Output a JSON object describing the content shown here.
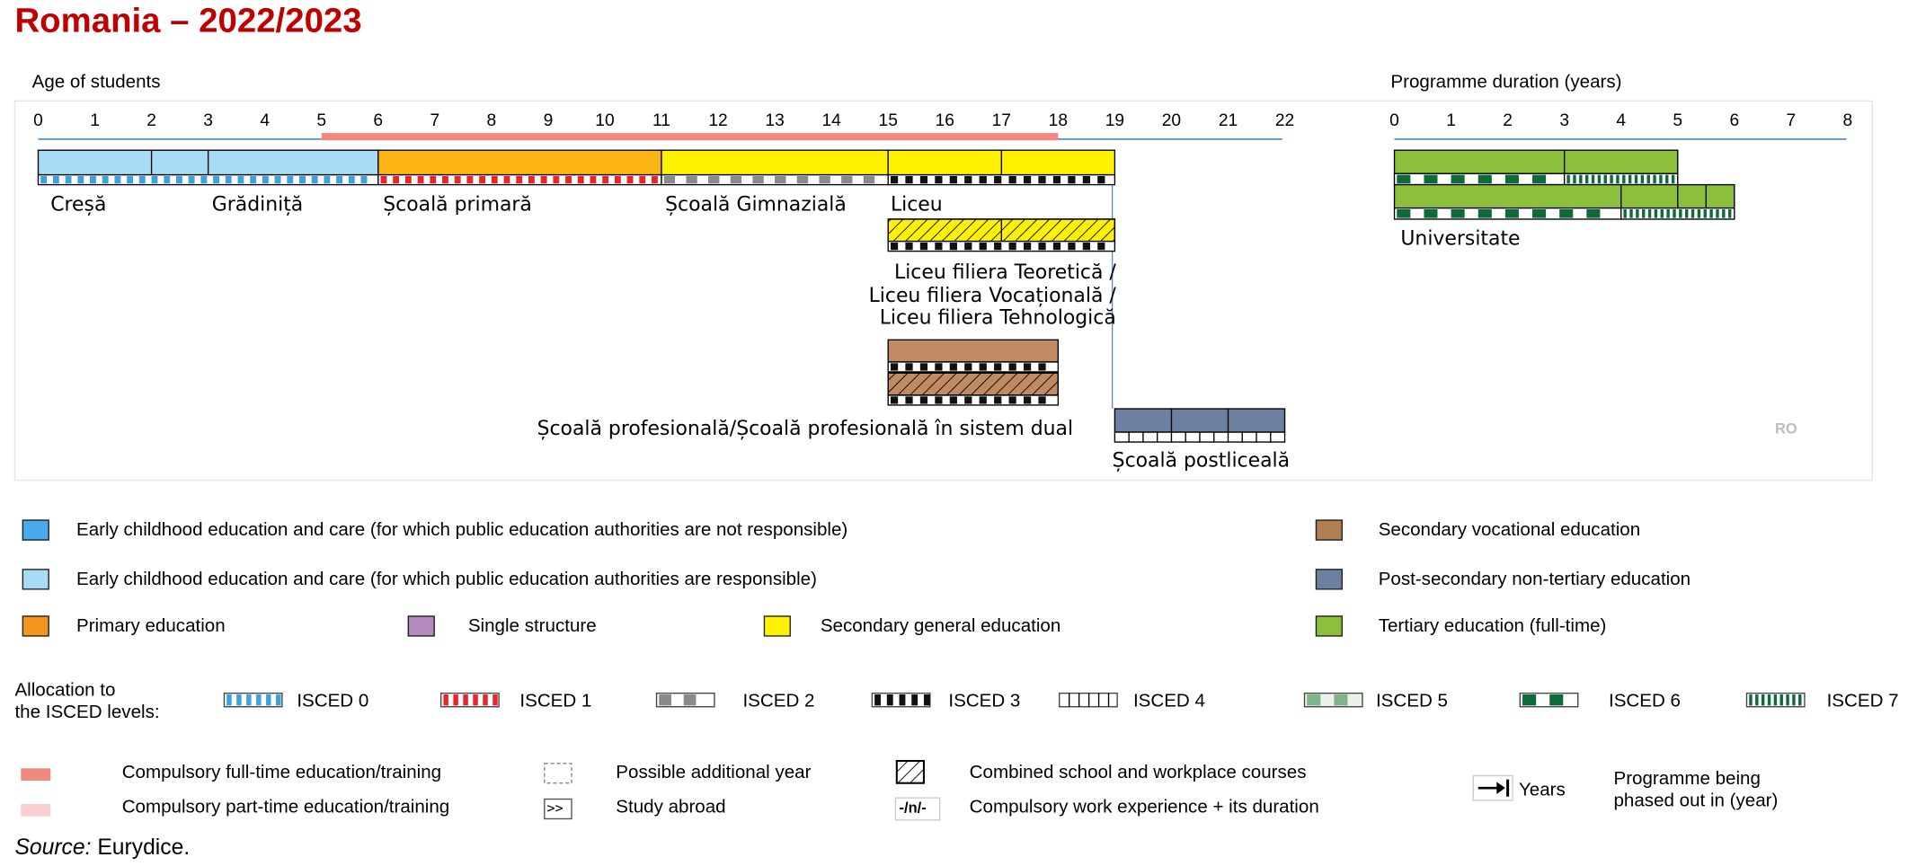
{
  "title": "Romania – 2022/2023",
  "age_axis": {
    "label": "Age of students",
    "ticks": [
      "0",
      "1",
      "2",
      "3",
      "4",
      "5",
      "6",
      "7",
      "8",
      "9",
      "10",
      "11",
      "12",
      "13",
      "14",
      "15",
      "16",
      "17",
      "18",
      "19",
      "20",
      "21",
      "22"
    ]
  },
  "duration_axis": {
    "label": "Programme duration (years)",
    "ticks": [
      "0",
      "1",
      "2",
      "3",
      "4",
      "5",
      "6",
      "7",
      "8"
    ]
  },
  "compulsory_fulltime": {
    "from_age": 5,
    "to_age": 18
  },
  "programmes": {
    "cresa": "Creșă",
    "gradinita": "Grădiniță",
    "primara": "Școală primară",
    "gimnaziala": "Școală Gimnazială",
    "liceu": "Liceu",
    "liceu_filiere": [
      "Liceu filiera Teoretică /",
      "Liceu filiera Vocațională /",
      "Liceu filiera Tehnologică"
    ],
    "profesionala": "Școală profesională/Școală profesională în sistem dual",
    "postliceala": "Școală postliceală",
    "universitate": "Universitate"
  },
  "country_code": "RO",
  "colors": {
    "title": "#c00000",
    "ecec_not_responsible": "#4aa9ea",
    "ecec_responsible": "#a6dcf5",
    "primary": "#f4951e",
    "primary_bar": "#fdb515",
    "single_structure": "#b48bbf",
    "secondary_general": "#fff200",
    "secondary_vocational": "#b07e50",
    "vocational_bar": "#c08a63",
    "post_secondary": "#6e80a1",
    "tertiary": "#8cc03c",
    "compulsory_fulltime": "#ef8a80",
    "compulsory_parttime": "#f8cece",
    "isced0": "#3aa3dc",
    "isced1": "#e8252b",
    "isced2": "#8a8a8a",
    "isced3": "#111111",
    "isced5": "#7fb38a",
    "isced6": "#0d6b3a",
    "isced7": "#0d6b3a"
  },
  "legend": {
    "ecec_not_responsible": "Early childhood education and care (for which public education authorities are not responsible)",
    "ecec_responsible": "Early childhood education and care (for which public education authorities are responsible)",
    "primary": "Primary education",
    "single_structure": "Single structure",
    "secondary_general": "Secondary general education",
    "secondary_vocational": "Secondary vocational education",
    "post_secondary": "Post-secondary non-tertiary education",
    "tertiary": "Tertiary education (full-time)"
  },
  "isced": {
    "title_line1": "Allocation to",
    "title_line2": "the ISCED levels:",
    "levels": [
      "ISCED 0",
      "ISCED 1",
      "ISCED 2",
      "ISCED 3",
      "ISCED 4",
      "ISCED 5",
      "ISCED 6",
      "ISCED 7"
    ]
  },
  "other_legend": {
    "compulsory_full": "Compulsory full-time education/training",
    "compulsory_part": "Compulsory part-time education/training",
    "additional_year": "Possible additional year",
    "study_abroad": "Study abroad",
    "study_abroad_symbol": ">>",
    "combined": "Combined school and workplace courses",
    "work_experience": "Compulsory work experience + its duration",
    "work_experience_symbol": "-/n/-",
    "years": "Years",
    "phased_out_line1": "Programme being",
    "phased_out_line2": "phased out in (year)"
  },
  "source_label": "Source:",
  "source_value": " Eurydice."
}
